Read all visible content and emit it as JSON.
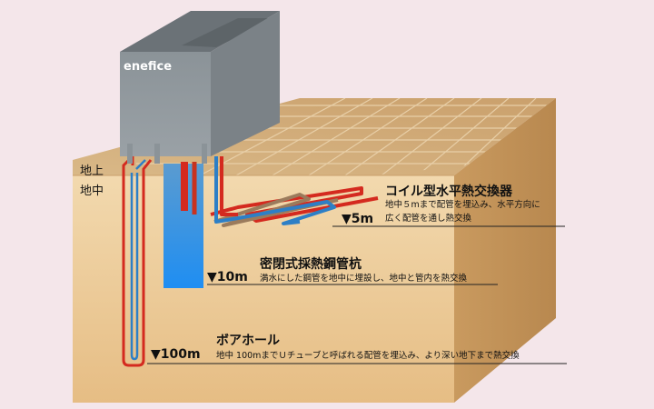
{
  "unit": {
    "brand": "enefice"
  },
  "ground_labels": {
    "above": "地上",
    "below": "地中"
  },
  "systems": {
    "coil": {
      "title": "コイル型水平熱交換器",
      "desc_line1": "地中５mまで配管を埋込み、水平方向に",
      "desc_line2": "広く配管を通し熱交換",
      "depth": "▼5m"
    },
    "steel_pile": {
      "title": "密閉式採熱鋼管杭",
      "desc": "満水にした鋼管を地中に埋設し、地中と管内を熱交換",
      "depth": "▼10m"
    },
    "borehole": {
      "title": "ボアホール",
      "desc": "地中 100mまでＵチューブと呼ばれる配管を埋込み、より深い地下まで熱交換",
      "depth": "▼100m"
    }
  },
  "colors": {
    "background": "#f4e6ea",
    "soil_front": "#efcf9c",
    "soil_top": "#d9b886",
    "pipe_red": "#d42a1f",
    "pipe_blue": "#2d7fc6",
    "pipe_brown": "#9b7b5c",
    "unit_gray": "#8e959a",
    "steel_blue": "#2f8ee0"
  }
}
